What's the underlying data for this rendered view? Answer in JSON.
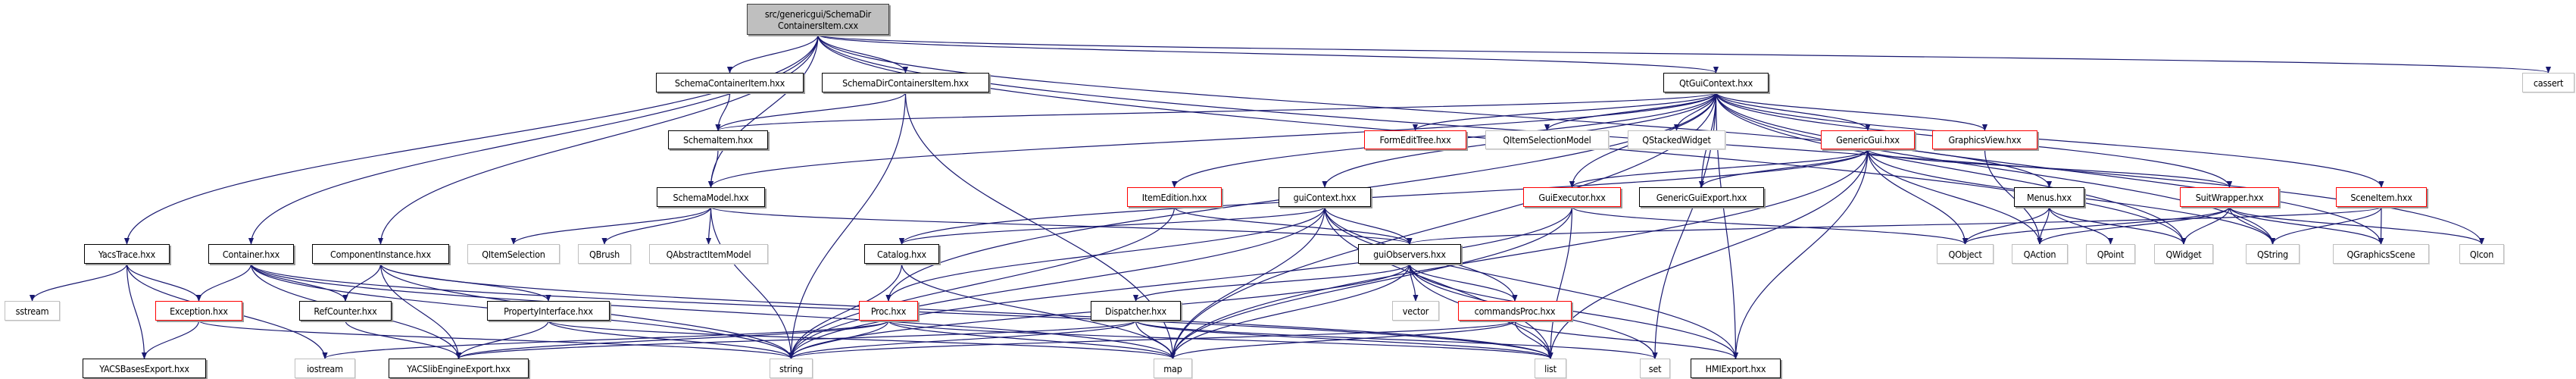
{
  "colors": {
    "edge": "#191970",
    "documented_border": "#000000",
    "incomplete_border": "#ff0000",
    "external_border": "#bfbfbf",
    "root_fill": "#bfbfbf"
  },
  "nodes": {
    "root": {
      "label": "src/genericgui/SchemaDir\nContainersItem.cxx",
      "kind": "root"
    },
    "SchemaContainerItem": {
      "label": "SchemaContainerItem.hxx",
      "kind": "doc"
    },
    "SchemaDirContainersItem": {
      "label": "SchemaDirContainersItem.hxx",
      "kind": "doc"
    },
    "QtGuiContext": {
      "label": "QtGuiContext.hxx",
      "kind": "doc"
    },
    "cassert": {
      "label": "cassert",
      "kind": "ext"
    },
    "SchemaItem": {
      "label": "SchemaItem.hxx",
      "kind": "doc"
    },
    "FormEditTree": {
      "label": "FormEditTree.hxx",
      "kind": "undoc"
    },
    "QItemSelectionModel": {
      "label": "QItemSelectionModel",
      "kind": "ext"
    },
    "QStackedWidget": {
      "label": "QStackedWidget",
      "kind": "ext"
    },
    "GenericGui": {
      "label": "GenericGui.hxx",
      "kind": "undoc"
    },
    "GraphicsView": {
      "label": "GraphicsView.hxx",
      "kind": "undoc"
    },
    "SchemaModel": {
      "label": "SchemaModel.hxx",
      "kind": "doc"
    },
    "ItemEdition": {
      "label": "ItemEdition.hxx",
      "kind": "undoc"
    },
    "guiContext": {
      "label": "guiContext.hxx",
      "kind": "doc"
    },
    "GuiExecutor": {
      "label": "GuiExecutor.hxx",
      "kind": "undoc"
    },
    "GenericGuiExport": {
      "label": "GenericGuiExport.hxx",
      "kind": "doc"
    },
    "Menus": {
      "label": "Menus.hxx",
      "kind": "doc"
    },
    "SuitWrapper": {
      "label": "SuitWrapper.hxx",
      "kind": "undoc"
    },
    "SceneItem": {
      "label": "SceneItem.hxx",
      "kind": "undoc"
    },
    "YacsTrace": {
      "label": "YacsTrace.hxx",
      "kind": "doc"
    },
    "Container": {
      "label": "Container.hxx",
      "kind": "doc"
    },
    "ComponentInstance": {
      "label": "ComponentInstance.hxx",
      "kind": "doc"
    },
    "QItemSelection": {
      "label": "QItemSelection",
      "kind": "ext"
    },
    "QBrush": {
      "label": "QBrush",
      "kind": "ext"
    },
    "QAbstractItemModel": {
      "label": "QAbstractItemModel",
      "kind": "ext"
    },
    "Catalog": {
      "label": "Catalog.hxx",
      "kind": "doc"
    },
    "guiObservers": {
      "label": "guiObservers.hxx",
      "kind": "doc"
    },
    "QObject": {
      "label": "QObject",
      "kind": "ext"
    },
    "QAction": {
      "label": "QAction",
      "kind": "ext"
    },
    "QPoint": {
      "label": "QPoint",
      "kind": "ext"
    },
    "QWidget": {
      "label": "QWidget",
      "kind": "ext"
    },
    "QString": {
      "label": "QString",
      "kind": "ext"
    },
    "QGraphicsScene": {
      "label": "QGraphicsScene",
      "kind": "ext"
    },
    "QIcon": {
      "label": "QIcon",
      "kind": "ext"
    },
    "sstream": {
      "label": "sstream",
      "kind": "ext"
    },
    "Exception": {
      "label": "Exception.hxx",
      "kind": "undoc"
    },
    "RefCounter": {
      "label": "RefCounter.hxx",
      "kind": "doc"
    },
    "PropertyInterface": {
      "label": "PropertyInterface.hxx",
      "kind": "doc"
    },
    "Proc": {
      "label": "Proc.hxx",
      "kind": "undoc"
    },
    "Dispatcher": {
      "label": "Dispatcher.hxx",
      "kind": "doc"
    },
    "vector": {
      "label": "vector",
      "kind": "ext"
    },
    "commandsProc": {
      "label": "commandsProc.hxx",
      "kind": "undoc"
    },
    "YACSBasesExport": {
      "label": "YACSBasesExport.hxx",
      "kind": "doc"
    },
    "iostream": {
      "label": "iostream",
      "kind": "ext"
    },
    "YACSlibEngineExport": {
      "label": "YACSlibEngineExport.hxx",
      "kind": "doc"
    },
    "string": {
      "label": "string",
      "kind": "ext"
    },
    "map": {
      "label": "map",
      "kind": "ext"
    },
    "list": {
      "label": "list",
      "kind": "ext"
    },
    "set": {
      "label": "set",
      "kind": "ext"
    },
    "HMIExport": {
      "label": "HMIExport.hxx",
      "kind": "doc"
    }
  },
  "edges": [
    [
      "root",
      "SchemaContainerItem"
    ],
    [
      "root",
      "SchemaDirContainersItem"
    ],
    [
      "root",
      "QtGuiContext"
    ],
    [
      "root",
      "cassert"
    ],
    [
      "root",
      "SchemaModel"
    ],
    [
      "root",
      "YacsTrace"
    ],
    [
      "root",
      "Container"
    ],
    [
      "root",
      "ComponentInstance"
    ],
    [
      "root",
      "Menus"
    ],
    [
      "root",
      "QIcon"
    ],
    [
      "root",
      "QWidget"
    ],
    [
      "SchemaContainerItem",
      "SchemaItem"
    ],
    [
      "SchemaDirContainersItem",
      "SchemaItem"
    ],
    [
      "SchemaDirContainersItem",
      "string"
    ],
    [
      "SchemaDirContainersItem",
      "map"
    ],
    [
      "SchemaItem",
      "SchemaModel"
    ],
    [
      "SchemaModel",
      "QItemSelection"
    ],
    [
      "SchemaModel",
      "QBrush"
    ],
    [
      "SchemaModel",
      "QAbstractItemModel"
    ],
    [
      "SchemaModel",
      "guiObservers"
    ],
    [
      "SchemaModel",
      "string"
    ],
    [
      "QtGuiContext",
      "SchemaItem"
    ],
    [
      "QtGuiContext",
      "SchemaModel"
    ],
    [
      "QtGuiContext",
      "FormEditTree"
    ],
    [
      "QtGuiContext",
      "QItemSelectionModel"
    ],
    [
      "QtGuiContext",
      "QStackedWidget"
    ],
    [
      "QtGuiContext",
      "ItemEdition"
    ],
    [
      "QtGuiContext",
      "guiContext"
    ],
    [
      "QtGuiContext",
      "GuiExecutor"
    ],
    [
      "QtGuiContext",
      "GenericGuiExport"
    ],
    [
      "QtGuiContext",
      "GenericGui"
    ],
    [
      "QtGuiContext",
      "GraphicsView"
    ],
    [
      "QtGuiContext",
      "SuitWrapper"
    ],
    [
      "QtGuiContext",
      "SceneItem"
    ],
    [
      "QtGuiContext",
      "QWidget"
    ],
    [
      "QtGuiContext",
      "QString"
    ],
    [
      "QtGuiContext",
      "QGraphicsScene"
    ],
    [
      "QtGuiContext",
      "Proc"
    ],
    [
      "QtGuiContext",
      "map"
    ],
    [
      "QtGuiContext",
      "set"
    ],
    [
      "QtGuiContext",
      "HMIExport"
    ],
    [
      "YacsTrace",
      "sstream"
    ],
    [
      "YacsTrace",
      "Exception"
    ],
    [
      "YacsTrace",
      "YACSBasesExport"
    ],
    [
      "YacsTrace",
      "iostream"
    ],
    [
      "Container",
      "Exception"
    ],
    [
      "Container",
      "RefCounter"
    ],
    [
      "Container",
      "YACSlibEngineExport"
    ],
    [
      "Container",
      "map"
    ],
    [
      "Container",
      "string"
    ],
    [
      "Container",
      "list"
    ],
    [
      "ComponentInstance",
      "RefCounter"
    ],
    [
      "ComponentInstance",
      "PropertyInterface"
    ],
    [
      "ComponentInstance",
      "YACSlibEngineExport"
    ],
    [
      "ComponentInstance",
      "string"
    ],
    [
      "ComponentInstance",
      "list"
    ],
    [
      "Exception",
      "YACSBasesExport"
    ],
    [
      "Exception",
      "string"
    ],
    [
      "RefCounter",
      "YACSlibEngineExport"
    ],
    [
      "PropertyInterface",
      "YACSlibEngineExport"
    ],
    [
      "PropertyInterface",
      "string"
    ],
    [
      "PropertyInterface",
      "map"
    ],
    [
      "ItemEdition",
      "guiObservers"
    ],
    [
      "ItemEdition",
      "string"
    ],
    [
      "guiContext",
      "guiObservers"
    ],
    [
      "guiContext",
      "Catalog"
    ],
    [
      "guiContext",
      "Proc"
    ],
    [
      "guiContext",
      "commandsProc"
    ],
    [
      "guiContext",
      "map"
    ],
    [
      "guiContext",
      "string"
    ],
    [
      "guiContext",
      "list"
    ],
    [
      "guiContext",
      "HMIExport"
    ],
    [
      "GuiExecutor",
      "QObject"
    ],
    [
      "GuiExecutor",
      "list"
    ],
    [
      "GuiExecutor",
      "string"
    ],
    [
      "GuiExecutor",
      "map"
    ],
    [
      "GenericGui",
      "QObject"
    ],
    [
      "GenericGui",
      "QAction"
    ],
    [
      "GenericGui",
      "GuiExecutor"
    ],
    [
      "GenericGui",
      "GenericGuiExport"
    ],
    [
      "GenericGui",
      "SuitWrapper"
    ],
    [
      "GenericGui",
      "QString"
    ],
    [
      "GenericGui",
      "HMIExport"
    ],
    [
      "GenericGui",
      "map"
    ],
    [
      "GenericGui",
      "list"
    ],
    [
      "GenericGui",
      "Catalog"
    ],
    [
      "GraphicsView",
      "QAction"
    ],
    [
      "Menus",
      "QObject"
    ],
    [
      "Menus",
      "QAction"
    ],
    [
      "Menus",
      "QPoint"
    ],
    [
      "Menus",
      "QWidget"
    ],
    [
      "SuitWrapper",
      "QObject"
    ],
    [
      "SuitWrapper",
      "QAction"
    ],
    [
      "SuitWrapper",
      "QWidget"
    ],
    [
      "SuitWrapper",
      "QString"
    ],
    [
      "SuitWrapper",
      "QGraphicsScene"
    ],
    [
      "SuitWrapper",
      "QIcon"
    ],
    [
      "SceneItem",
      "QGraphicsScene"
    ],
    [
      "SceneItem",
      "QString"
    ],
    [
      "SceneItem",
      "guiObservers"
    ],
    [
      "Catalog",
      "string"
    ],
    [
      "Catalog",
      "map"
    ],
    [
      "guiObservers",
      "vector"
    ],
    [
      "guiObservers",
      "commandsProc"
    ],
    [
      "guiObservers",
      "Dispatcher"
    ],
    [
      "guiObservers",
      "list"
    ],
    [
      "guiObservers",
      "map"
    ],
    [
      "guiObservers",
      "set"
    ],
    [
      "guiObservers",
      "string"
    ],
    [
      "guiObservers",
      "HMIExport"
    ],
    [
      "Proc",
      "string"
    ],
    [
      "Proc",
      "map"
    ],
    [
      "Proc",
      "list"
    ],
    [
      "Proc",
      "iostream"
    ],
    [
      "Proc",
      "YACSlibEngineExport"
    ],
    [
      "Dispatcher",
      "map"
    ],
    [
      "Dispatcher",
      "list"
    ],
    [
      "Dispatcher",
      "string"
    ],
    [
      "Dispatcher",
      "set"
    ],
    [
      "Dispatcher",
      "YACSlibEngineExport"
    ],
    [
      "commandsProc",
      "list"
    ],
    [
      "commandsProc",
      "map"
    ],
    [
      "commandsProc",
      "string"
    ],
    [
      "commandsProc",
      "HMIExport"
    ]
  ]
}
